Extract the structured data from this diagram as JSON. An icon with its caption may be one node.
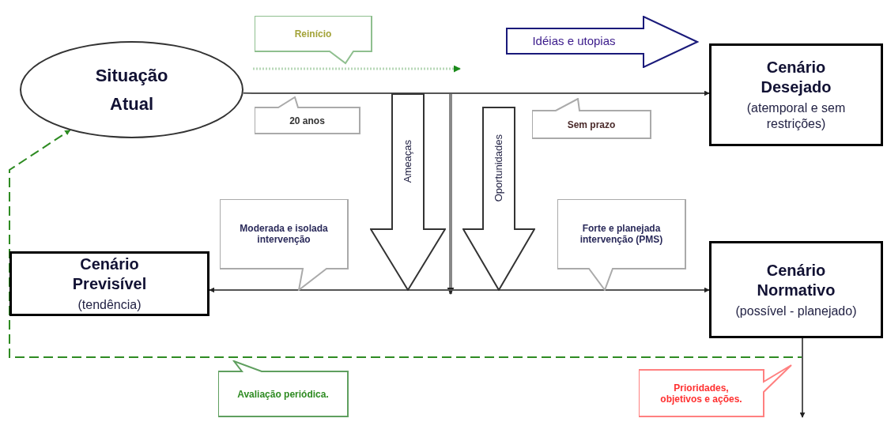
{
  "diagram": {
    "nodes": [
      {
        "text": [
          "Situação Atual"
        ]
      },
      {
        "text": [
          "Reinício"
        ]
      },
      {
        "text": [
          "Idéias e utopias"
        ]
      },
      {
        "text": [
          "Cenário Desejado",
          "(atemporal e sem restrições)"
        ]
      },
      {
        "text": [
          "20 anos"
        ]
      },
      {
        "text": [
          "Sem prazo"
        ]
      },
      {
        "text": [
          "Ameaças"
        ]
      },
      {
        "text": [
          "Oportunidades"
        ]
      },
      {
        "text": [
          "Moderada e isolada intervenção"
        ]
      },
      {
        "text": [
          "Forte e planejada intervenção (PMS)"
        ]
      },
      {
        "text": [
          "Cenário Previsível",
          "(tendência)"
        ]
      },
      {
        "text": [
          "Cenário Normativo",
          "(possível - planejado)"
        ]
      },
      {
        "text": [
          "Avaliação periódica."
        ]
      },
      {
        "text": [
          "Prioridades, objetivos e ações."
        ]
      }
    ],
    "edges": [
      {
        "from": 0,
        "to": 3,
        "arrow": "to"
      },
      {
        "from": null,
        "to": 10,
        "arrow": "to"
      },
      {
        "from": null,
        "to": 11,
        "arrow": "to"
      },
      {
        "from": 11,
        "to": 0,
        "arrow": "to",
        "style": "dashed",
        "color": "#2e8b22"
      },
      {
        "from": 11,
        "to": null,
        "arrow": "to"
      }
    ]
  }
}
